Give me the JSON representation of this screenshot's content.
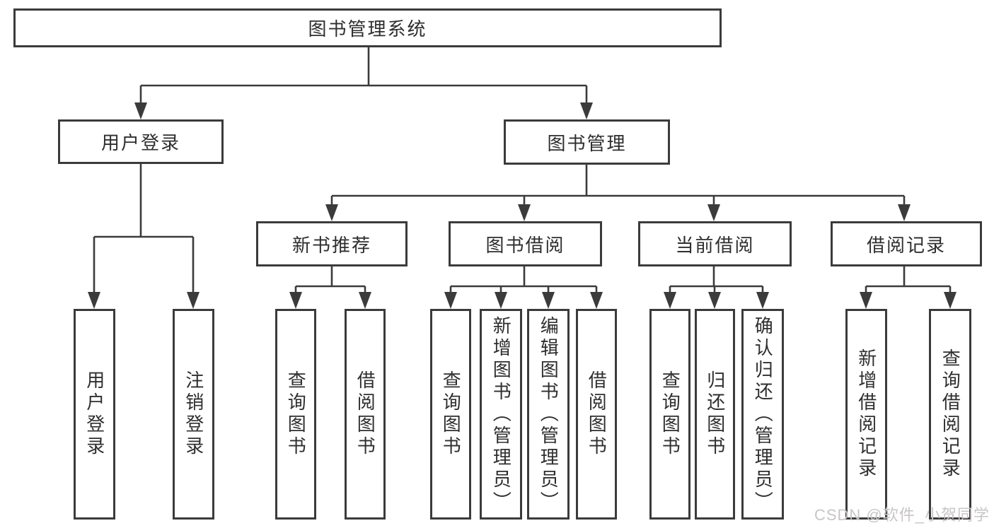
{
  "tree": {
    "label": "图书管理系统",
    "children": [
      {
        "label": "用户登录",
        "children": [
          {
            "label": "用户登录"
          },
          {
            "label": "注销登录"
          }
        ]
      },
      {
        "label": "图书管理",
        "children": [
          {
            "label": "新书推荐",
            "children": [
              {
                "label": "查询图书"
              },
              {
                "label": "借阅图书"
              }
            ]
          },
          {
            "label": "图书借阅",
            "children": [
              {
                "label": "查询图书"
              },
              {
                "label": "新增图书（管理员）"
              },
              {
                "label": "编辑图书（管理员）"
              },
              {
                "label": "借阅图书"
              }
            ]
          },
          {
            "label": "当前借阅",
            "children": [
              {
                "label": "查询图书"
              },
              {
                "label": "归还图书"
              },
              {
                "label": "确认归还（管理员）"
              }
            ]
          },
          {
            "label": "借阅记录",
            "children": [
              {
                "label": "新增借阅记录"
              },
              {
                "label": "查询借阅记录"
              }
            ]
          }
        ]
      }
    ]
  },
  "watermark": "CSDN @软件_小贺同学",
  "colors": {
    "line": "#3b3b3b",
    "text": "#2e2e2e",
    "watermark": "#c8c5c5",
    "background": "#ffffff"
  }
}
